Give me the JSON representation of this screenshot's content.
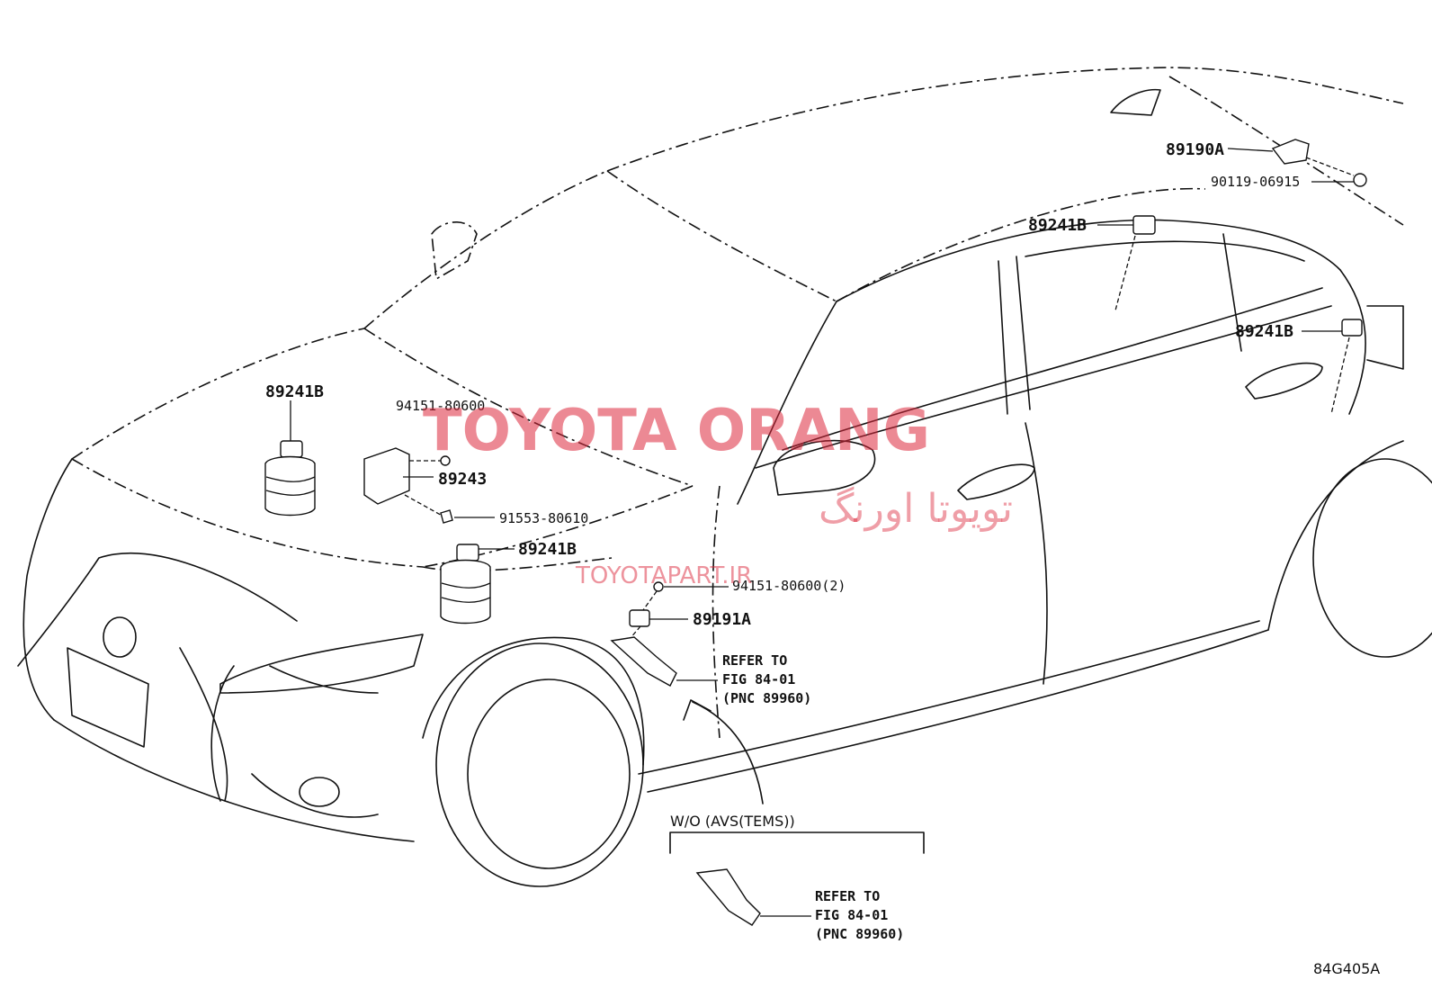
{
  "parts": {
    "p89190A": "89190A",
    "p90119": "90119-06915",
    "p89241B_roof": "89241B",
    "p89241B_rear": "89241B",
    "p89241B_front": "89241B",
    "p89241B_mid": "89241B",
    "p94151_top": "94151-80600",
    "p89243": "89243",
    "p91553": "91553-80610",
    "p94151_2": "94151-80600(2)",
    "p89191A": "89191A"
  },
  "refer_main": {
    "line1": "REFER TO",
    "line2": "FIG 84-01",
    "line3": "(PNC 89960)"
  },
  "condition": {
    "label": "W/O (AVS(TEMS))"
  },
  "refer_inset": {
    "line1": "REFER TO",
    "line2": "FIG 84-01",
    "line3": "(PNC 89960)"
  },
  "watermark": {
    "brand": "TOYOTA ORANG",
    "brand_fa": "تویوتا اورنگ",
    "site": "TOYOTAPART.IR"
  },
  "figure_code": "84G405A"
}
